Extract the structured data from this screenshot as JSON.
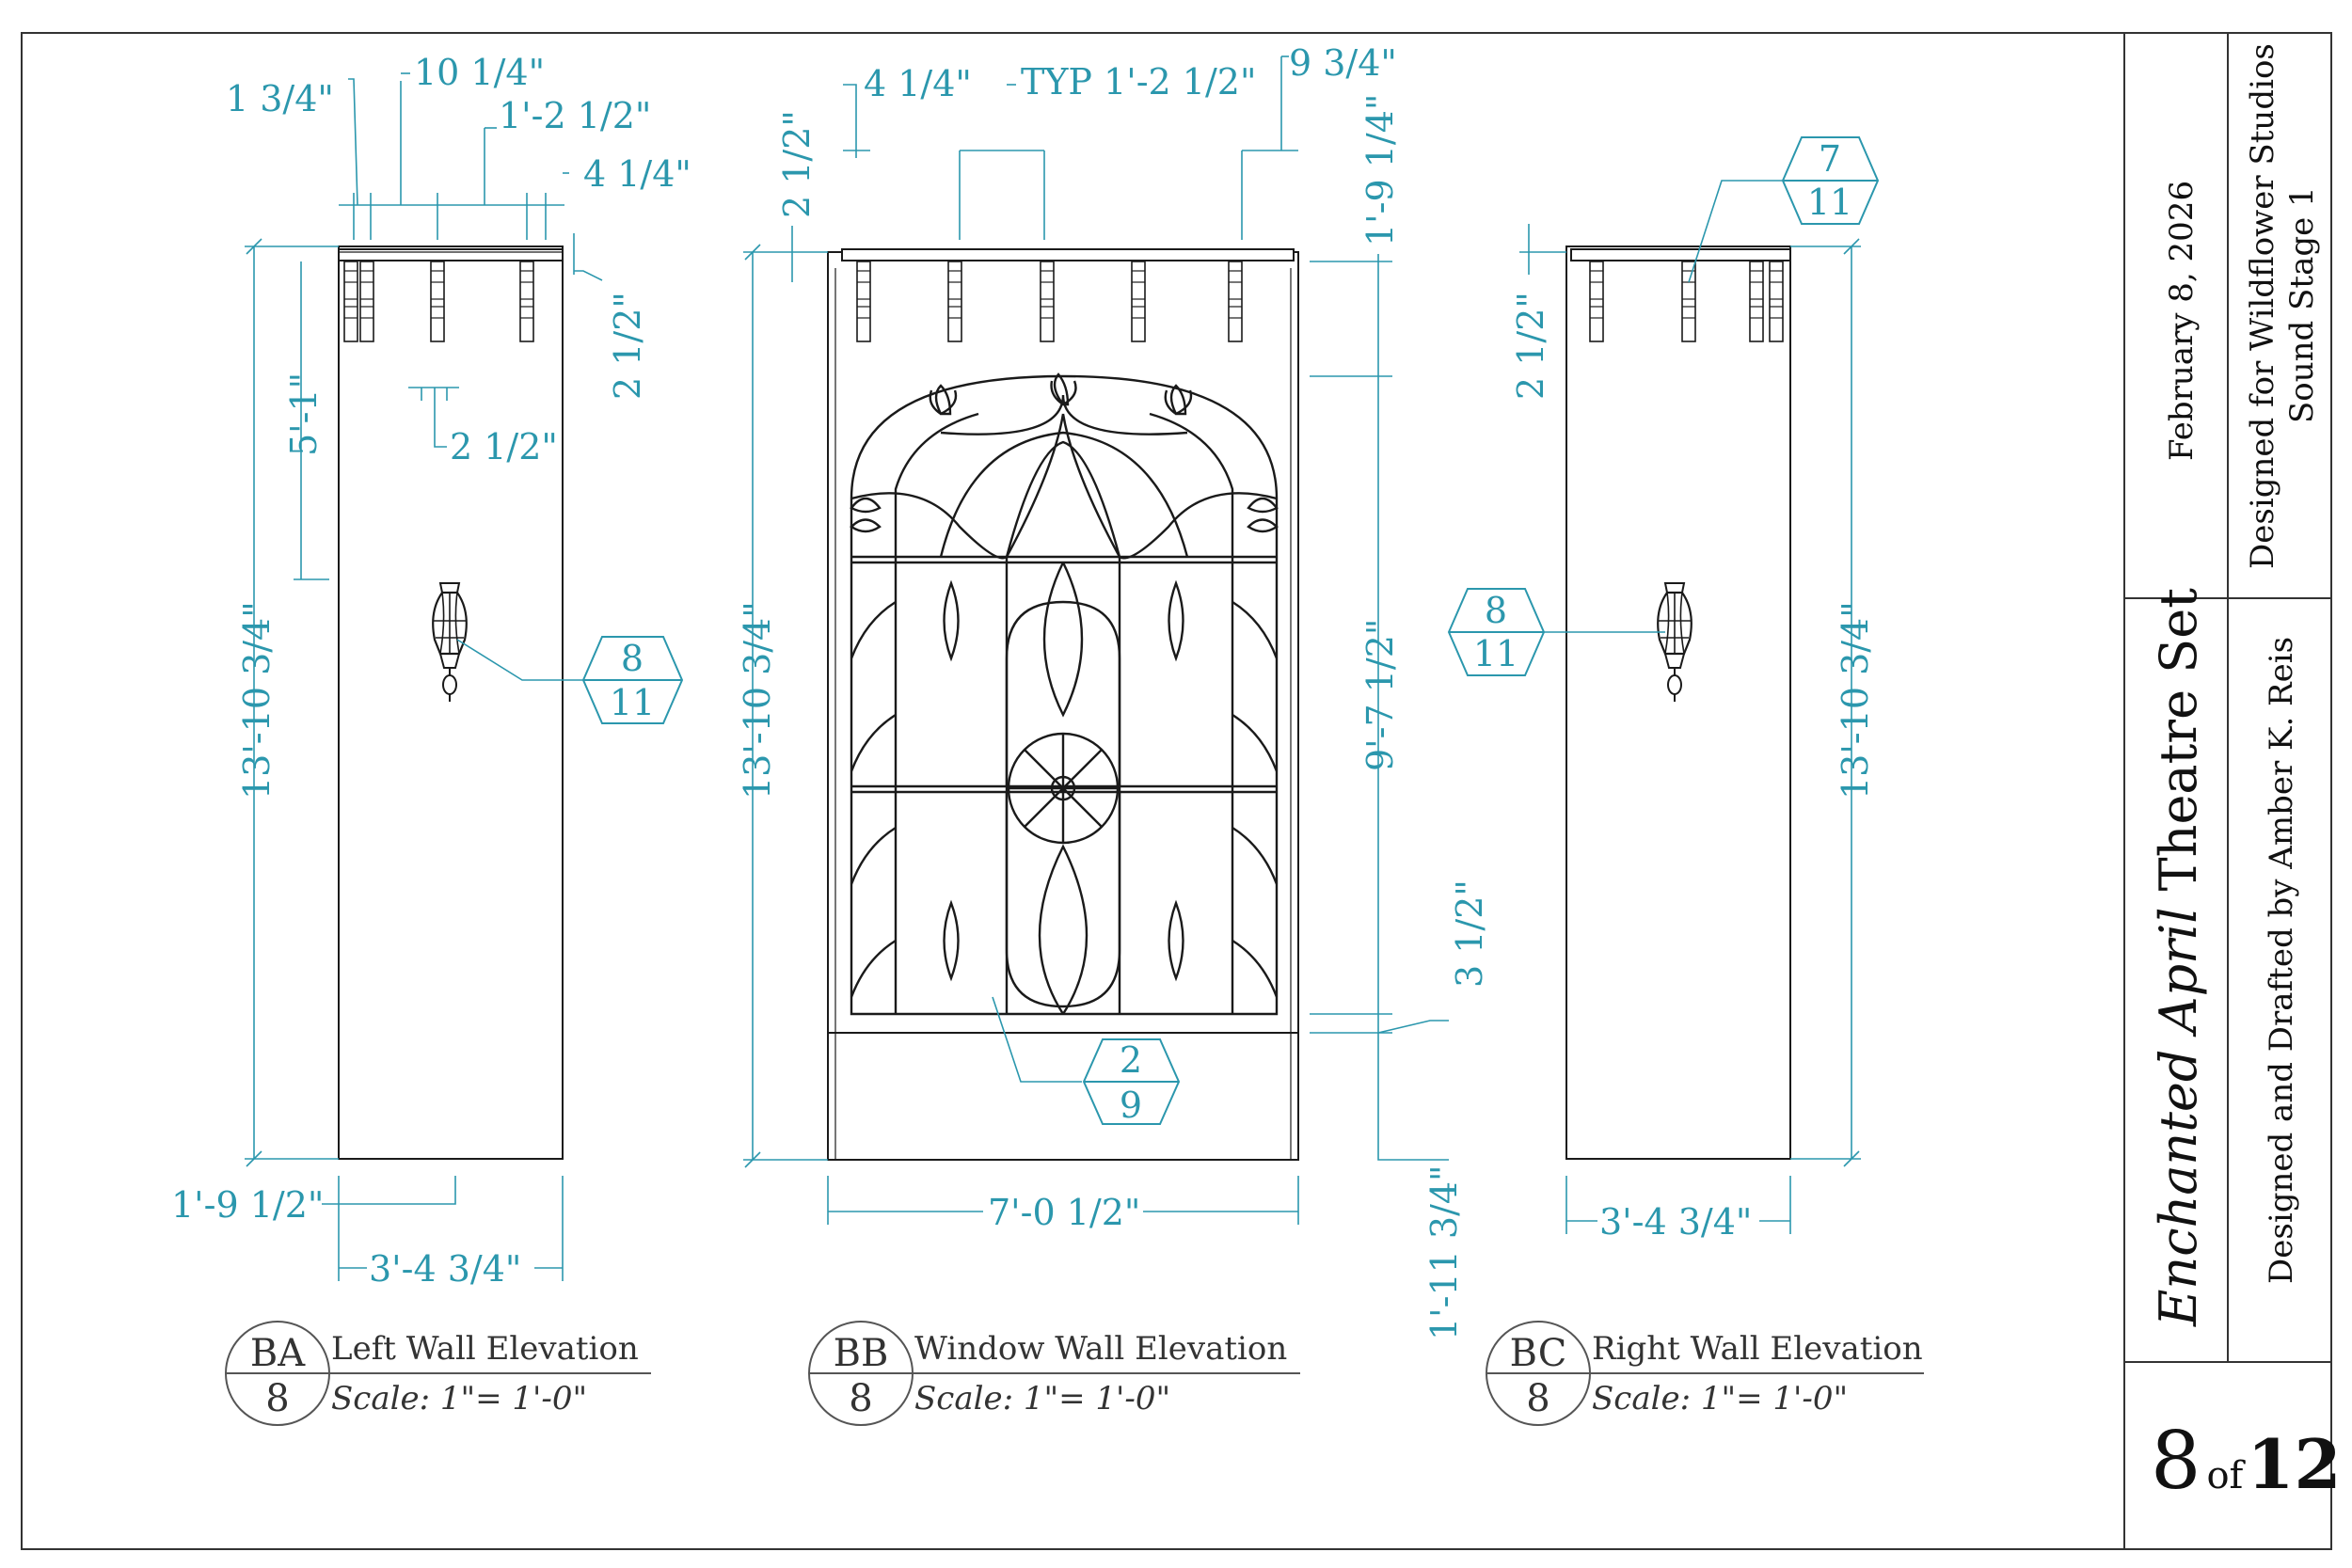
{
  "title_block": {
    "date": "February 8, 2026",
    "client_line1": "Designed for Wildflower Studios",
    "client_line2": "Sound Stage 1",
    "title_italic": "Enchanted April",
    "title_rest": " Theatre Set",
    "designer": "Designed and Drafted by Amber K. Reis",
    "sheet_num": "8",
    "sheet_of": "of",
    "sheet_total": "12"
  },
  "views": [
    {
      "id_top": "BA",
      "id_bottom": "8",
      "title": "Left Wall Elevation",
      "scale": "Scale:  1\"= 1'-0\""
    },
    {
      "id_top": "BB",
      "id_bottom": "8",
      "title": "Window Wall Elevation",
      "scale": "Scale:  1\"= 1'-0\""
    },
    {
      "id_top": "BC",
      "id_bottom": "8",
      "title": "Right Wall Elevation",
      "scale": "Scale:  1\"= 1'-0\""
    }
  ],
  "callouts": [
    {
      "top": "8",
      "bottom": "11"
    },
    {
      "top": "2",
      "bottom": "9"
    },
    {
      "top": "7",
      "bottom": "11"
    },
    {
      "top": "8",
      "bottom": "11"
    }
  ],
  "dims": {
    "left_1_3_4": "1 3/4\"",
    "left_10_1_4": "10 1/4\"",
    "left_1_2_1_2": "1'-2 1/2\"",
    "left_4_1_4": "4 1/4\"",
    "left_2_1_2_side": "2 1/2\"",
    "left_2_1_2_inner": "2 1/2\"",
    "left_5_1": "5'-1\"",
    "left_height": "13'-10 3/4\"",
    "left_1_9_1_2": "1'-9 1/2\"",
    "left_width": "3'-4 3/4\"",
    "mid_4_1_4": "4 1/4\"",
    "mid_typ": "TYP 1'-2 1/2\"",
    "mid_9_3_4": "9 3/4\"",
    "mid_2_1_2": "2 1/2\"",
    "mid_1_9_1_4": "1'-9 1/4\"",
    "mid_height": "13'-10 3/4\"",
    "mid_9_7_1_2": "9'-7 1/2\"",
    "mid_3_1_2": "3 1/2\"",
    "mid_1_11_3_4": "1'-11 3/4\"",
    "mid_width": "7'-0 1/2\"",
    "right_2_1_2": "2 1/2\"",
    "right_height": "13'-10 3/4\"",
    "right_width": "3'-4 3/4\""
  },
  "colors": {
    "dimension": "#2b97ad",
    "ink": "#1a1a1a",
    "label": "#333333"
  },
  "icons": [
    "hanging-lantern-icon",
    "wrought-iron-window-grille"
  ]
}
